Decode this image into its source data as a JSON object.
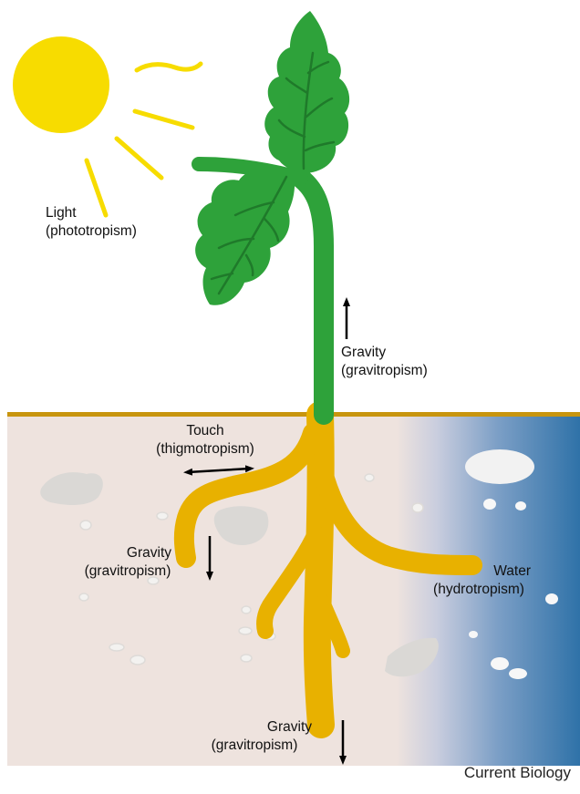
{
  "labels": {
    "light": {
      "name": "Light",
      "process": "(phototropism)"
    },
    "gravity_shoot": {
      "name": "Gravity",
      "process": "(gravitropism)"
    },
    "touch": {
      "name": "Touch",
      "process": "(thigmotropism)"
    },
    "gravity_lateral_root": {
      "name": "Gravity",
      "process": "(gravitropism)"
    },
    "water": {
      "name": "Water",
      "process": "(hydrotropism)"
    },
    "gravity_main_root": {
      "name": "Gravity",
      "process": "(gravitropism)"
    }
  },
  "credit": "Current Biology",
  "colors": {
    "sun": "#f7dc00",
    "shoot": "#2ea23a",
    "leaf_vein": "#1f7a2a",
    "root": "#e8b100",
    "soil": "#eee3de",
    "soil_surface": "#c8950e",
    "water": "#2f72a8",
    "stone": "#d9d7d3"
  }
}
